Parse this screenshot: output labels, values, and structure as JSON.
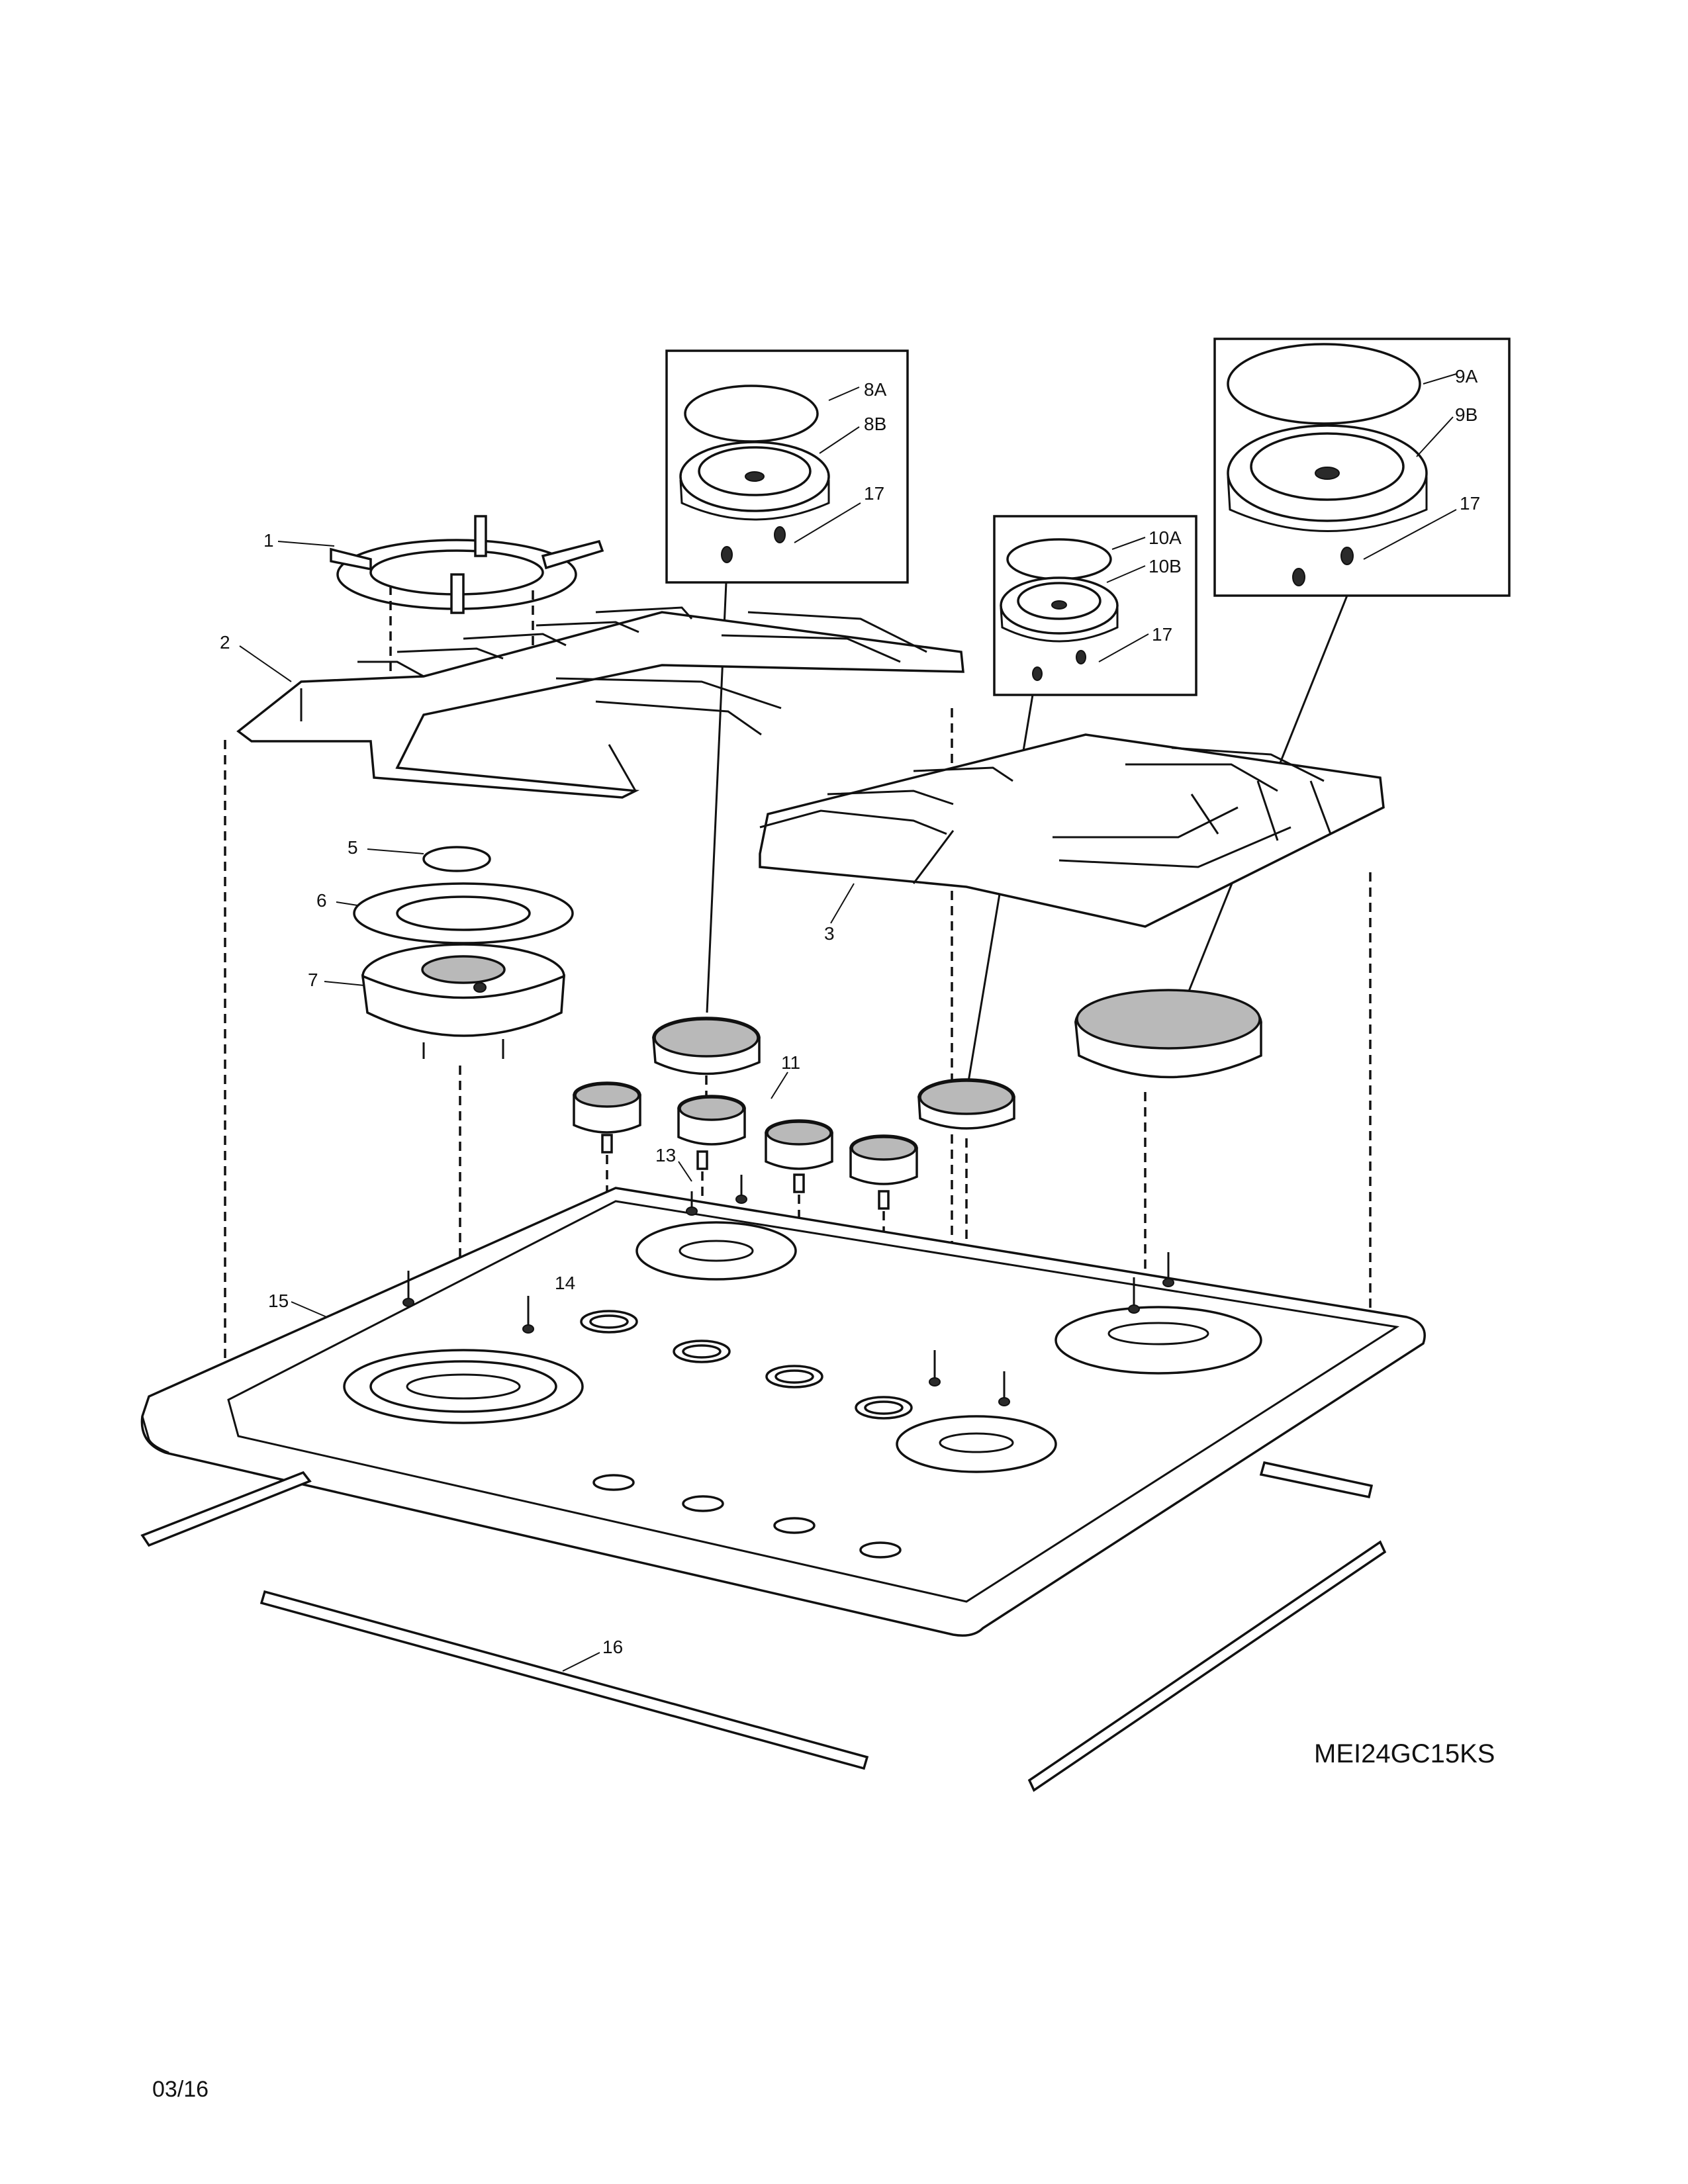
{
  "diagram": {
    "model_number": "MEI24GC15KS",
    "revision_date": "03/16"
  },
  "callouts": {
    "c1": "1",
    "c2": "2",
    "c3": "3",
    "c5": "5",
    "c6": "6",
    "c7": "7",
    "c8a": "8A",
    "c8b": "8B",
    "c17a": "17",
    "c9a": "9A",
    "c9b": "9B",
    "c17c": "17",
    "c10a": "10A",
    "c10b": "10B",
    "c17b": "17",
    "c11": "11",
    "c13": "13",
    "c14": "14",
    "c15": "15",
    "c16": "16"
  }
}
